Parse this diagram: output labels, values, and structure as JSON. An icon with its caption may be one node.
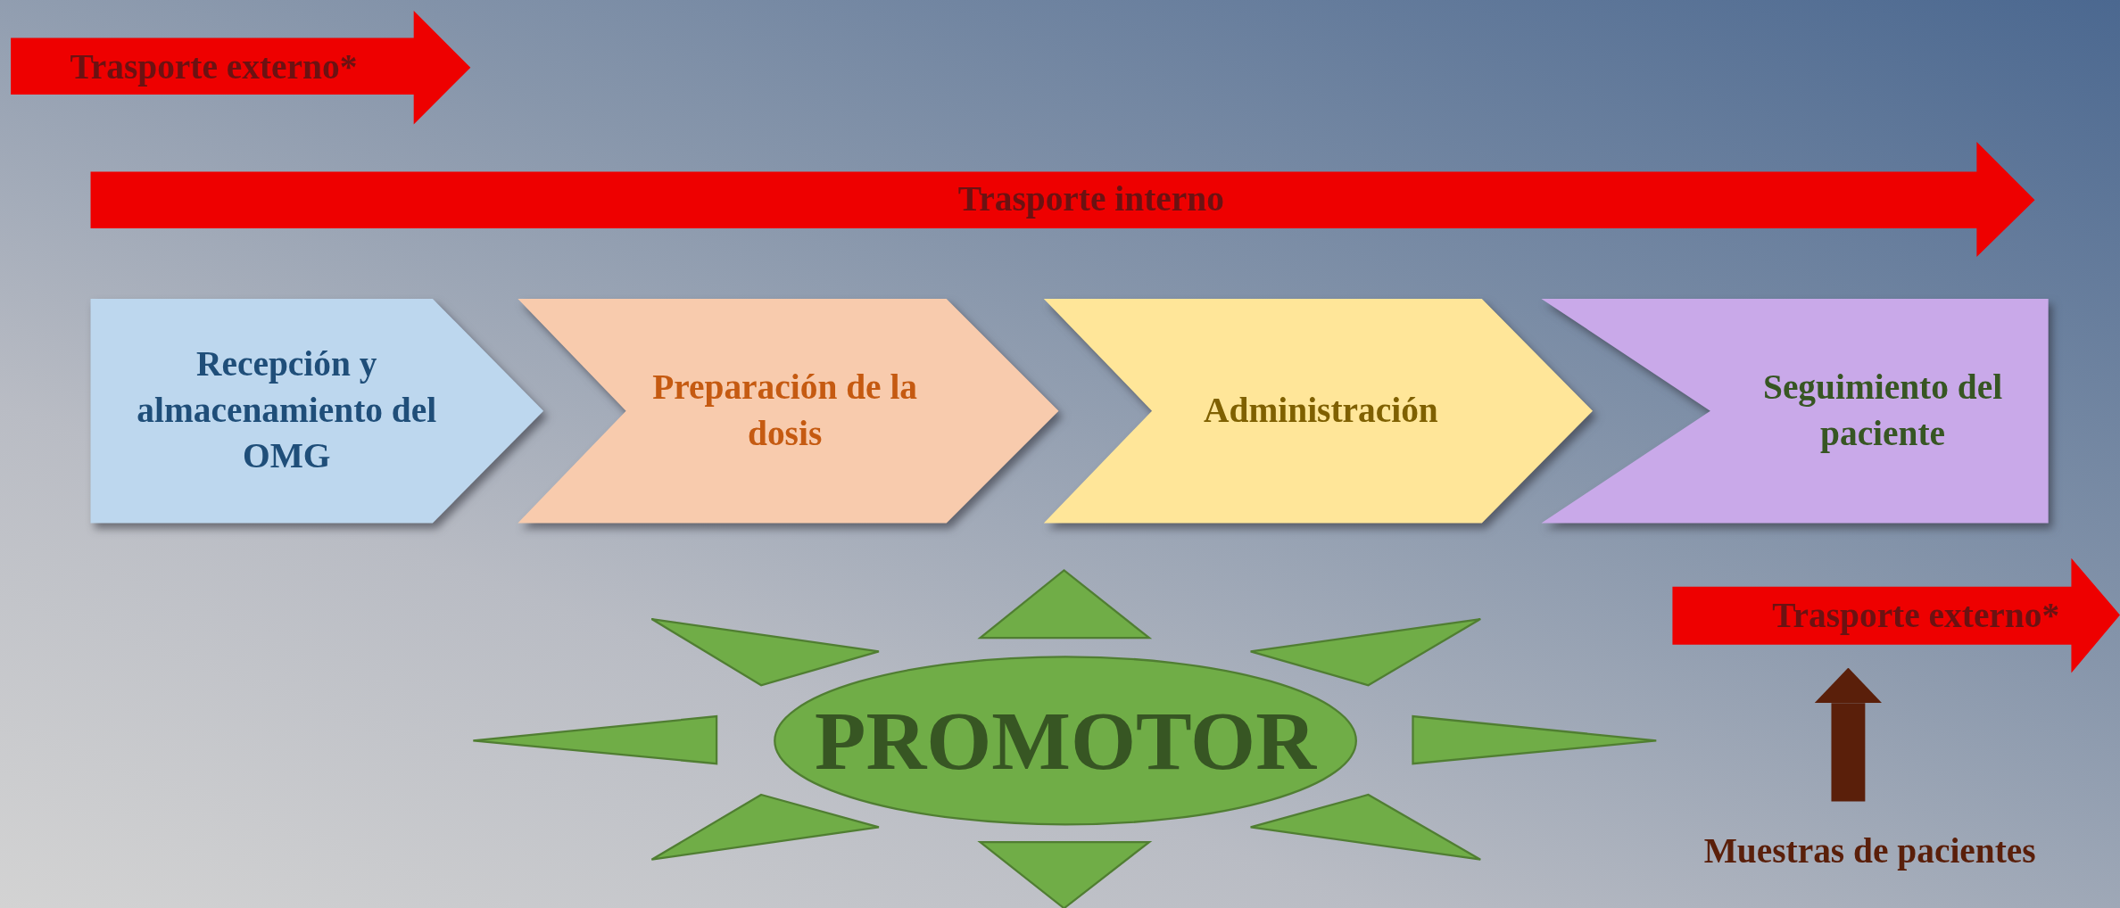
{
  "diagram": {
    "nodes": [
      {
        "text": [
          "Trasporte externo*"
        ]
      },
      {
        "text": [
          "Trasporte interno"
        ]
      },
      {
        "text": [
          "Recepción y almacenamiento del OMG"
        ]
      },
      {
        "text": [
          "Preparación de la dosis"
        ]
      },
      {
        "text": [
          "Administración"
        ]
      },
      {
        "text": [
          "Seguimiento del paciente"
        ]
      },
      {
        "text": [
          "PROMOTOR"
        ]
      },
      {
        "text": [
          "Trasporte externo*"
        ]
      },
      {
        "text": [
          "Muestras de pacientes"
        ]
      }
    ],
    "edges": [
      {
        "from": 8,
        "to": 7,
        "arrow": "to",
        "color": "#5a1f0a"
      }
    ]
  }
}
